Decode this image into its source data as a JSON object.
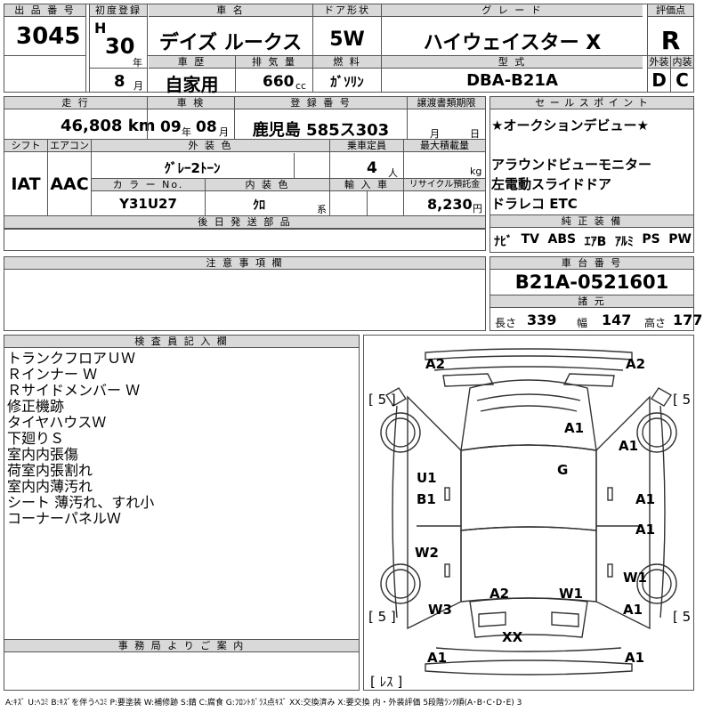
{
  "header": {
    "lot_label": "出 品 番 号",
    "lot_no": "3045",
    "first_reg_label": "初度登録",
    "era": "H",
    "reg_year": "30",
    "year_unit": "年",
    "reg_month": "8",
    "month_unit": "月",
    "model_name_label": "車 名",
    "model_name": "デイズ ルークス",
    "door_label": "ドア形状",
    "door": "5W",
    "grade_label": "グ レ ー ド",
    "grade": "ハイウェイスター X",
    "score_label": "評価点",
    "score": "R",
    "history_label": "車 歴",
    "history": "自家用",
    "displacement_label": "排 気 量",
    "displacement": "660",
    "displacement_unit": "cc",
    "fuel_label": "燃 料",
    "fuel": "ｶﾞｿﾘﾝ",
    "type_label": "型 式",
    "type_code": "DBA-B21A",
    "exterior_label": "外装",
    "exterior": "D",
    "interior_label": "内装",
    "interior": "C"
  },
  "row2": {
    "mileage_label": "走 行",
    "mileage": "46,808 km",
    "inspection_label": "車 検",
    "inspection_year": "09",
    "inspection_year_unit": "年",
    "inspection_month": "08",
    "inspection_month_unit": "月",
    "plate_label": "登 録 番 号",
    "plate": "鹿児島 585ス303",
    "transfer_label": "譲渡書類期限",
    "transfer_month_unit": "月",
    "transfer_day_unit": "日",
    "shift_label": "シフト",
    "shift": "IAT",
    "ac_label": "エアコン",
    "ac": "AAC",
    "color_label": "外 装 色",
    "color": "ｸﾞﾚｰ2ﾄｰﾝ",
    "capacity_label": "乗車定員",
    "capacity": "4",
    "capacity_unit": "人",
    "load_label": "最大積載量",
    "load_unit": "kg",
    "color_no_label": "カ ラ ー No.",
    "color_no": "Y31U27",
    "interior_color_label": "内 装 色",
    "interior_color": "ｸﾛ",
    "interior_color_unit": "系",
    "import_label": "輸 入 車",
    "recycle_label": "リサイクル預託金",
    "recycle": "8,230",
    "recycle_unit": "円"
  },
  "later_parts_label": "後 日 発 送 部 品",
  "sales_points": {
    "label": "セ ー ル ス ポ イ ン ト",
    "lines": [
      "★オークションデビュー★",
      "アラウンドビューモニター",
      "左電動スライドドア",
      "ドラレコ ETC"
    ]
  },
  "equipment": {
    "label": "純 正 装 備",
    "items": [
      "ﾅﾋﾞ",
      "TV",
      "ABS",
      "ｴｱB",
      "ｱﾙﾐ",
      "PS",
      "PW"
    ]
  },
  "notes_label": "注 意 事 項 欄",
  "chassis": {
    "label": "車 台 番 号",
    "number": "B21A-0521601",
    "dims_label": "諸 元",
    "length_label": "長さ",
    "length": "339",
    "width_label": "幅",
    "width": "147",
    "height_label": "高さ",
    "height": "177"
  },
  "inspector": {
    "label": "検 査 員 記 入 欄",
    "remarks": [
      "トランクフロアＵＷ",
      "Ｒインナー Ｗ",
      "Ｒサイドメンバー Ｗ",
      "修正機跡",
      "タイヤハウスＷ",
      "下廻りＳ",
      "室内内張傷",
      "荷室内張割れ",
      "室内内薄汚れ",
      "シート 薄汚れ、すれ小",
      "コーナーパネルＷ"
    ]
  },
  "office_label": "事 務 局 よ り ご 案 内",
  "diagram": {
    "tire_marks": [
      "[ 5 ]",
      "[ 5 ]",
      "[ 5 ]",
      "[ 5 ]"
    ],
    "spare_mark": "[ ﾚｽ ]",
    "damage": [
      "A2",
      "A2",
      "A1",
      "A1",
      "G",
      "U1",
      "B1",
      "A1",
      "A1",
      "W2",
      "W1",
      "A2",
      "W1",
      "W3",
      "A1",
      "XX",
      "A1",
      "A1"
    ]
  },
  "legend": "A:ｷｽﾞ U:ﾍｺﾐ B:ｷｽﾞを伴うﾍｺﾐ P:要塗装 W:補修跡 S:錆 C:腐食 G:ﾌﾛﾝﾄｶﾞﾗｽ点ｷｽﾞ XX:交換済み X:要交換 内・外装評価 5段階ﾗﾝｸ順(A･B･C･D･E) 3"
}
